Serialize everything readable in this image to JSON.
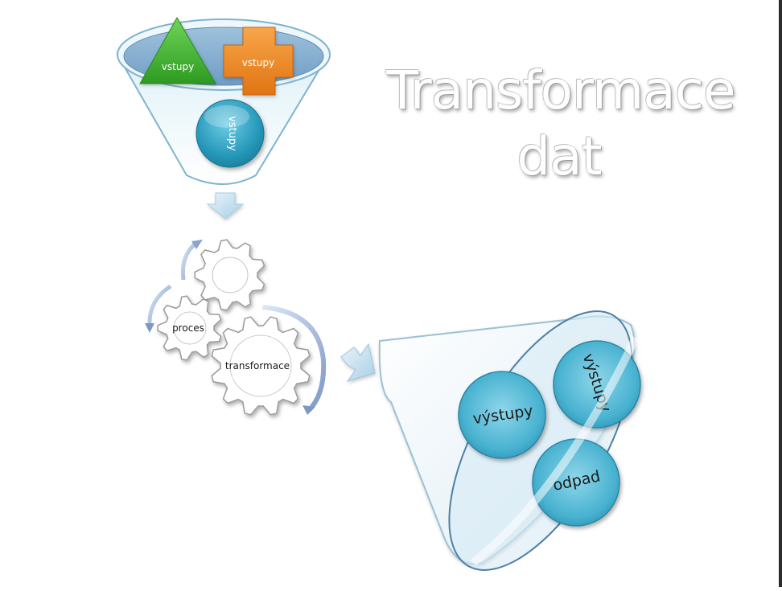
{
  "title": {
    "line1": "Transformace",
    "line2": "dat"
  },
  "funnel": {
    "triangle_label": "vstupy",
    "cross_label": "vstupy",
    "circle_label": "vstupy"
  },
  "gears": {
    "small_gear_label": "proces",
    "large_gear_label": "transformace"
  },
  "outputs": {
    "circle1_label": "výstupy",
    "circle2_label": "výstupy",
    "circle3_label": "odpad"
  },
  "colors": {
    "green": "#3fb62e",
    "orange": "#f08a1e",
    "teal": "#2aa0c0",
    "output_blue": "#4fb6d2"
  }
}
